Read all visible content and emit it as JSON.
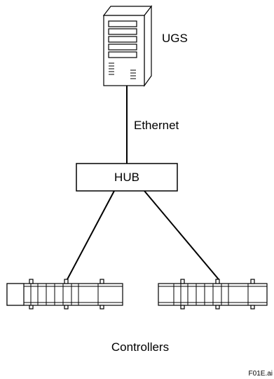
{
  "server": {
    "label": "UGS",
    "icon": "server-tower-icon"
  },
  "network": {
    "label": "Ethernet"
  },
  "hub": {
    "label": "HUB"
  },
  "controllers": {
    "label": "Controllers",
    "count": 2,
    "icon": "controller-rack-icon"
  },
  "figure_id": "F01E.ai"
}
